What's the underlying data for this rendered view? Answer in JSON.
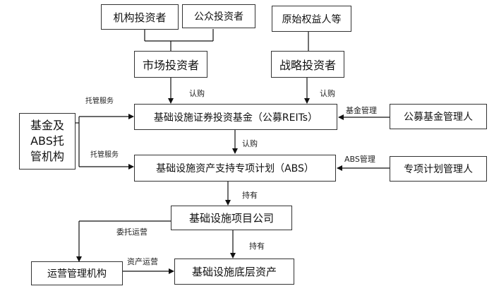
{
  "nodes": {
    "institutional_investors": "机构投资者",
    "public_investors": "公众投资者",
    "original_equity_holders": "原始权益人等",
    "market_investors": "市场投资者",
    "strategic_investors": "战略投资者",
    "custodian": [
      "基金及",
      "ABS托",
      "管机构"
    ],
    "reits_fund": "基础设施证券投资基金（公募REITs）",
    "public_fund_manager": "公募基金管理人",
    "abs_plan": "基础设施资产支持专项计划（ABS）",
    "plan_manager": "专项计划管理人",
    "project_company": "基础设施项目公司",
    "operator": "运营管理机构",
    "underlying_assets": "基础设施底层资产"
  },
  "edge_labels": {
    "subscribe_market": "认购",
    "subscribe_strategic": "认购",
    "custody_top": "托管服务",
    "custody_bottom": "托管服务",
    "fund_management": "基金管理",
    "subscribe_abs": "认购",
    "abs_management": "ABS管理",
    "hold_company": "持有",
    "entrust_operation": "委托运营",
    "asset_operation": "资产运营",
    "hold_assets": "持有"
  }
}
